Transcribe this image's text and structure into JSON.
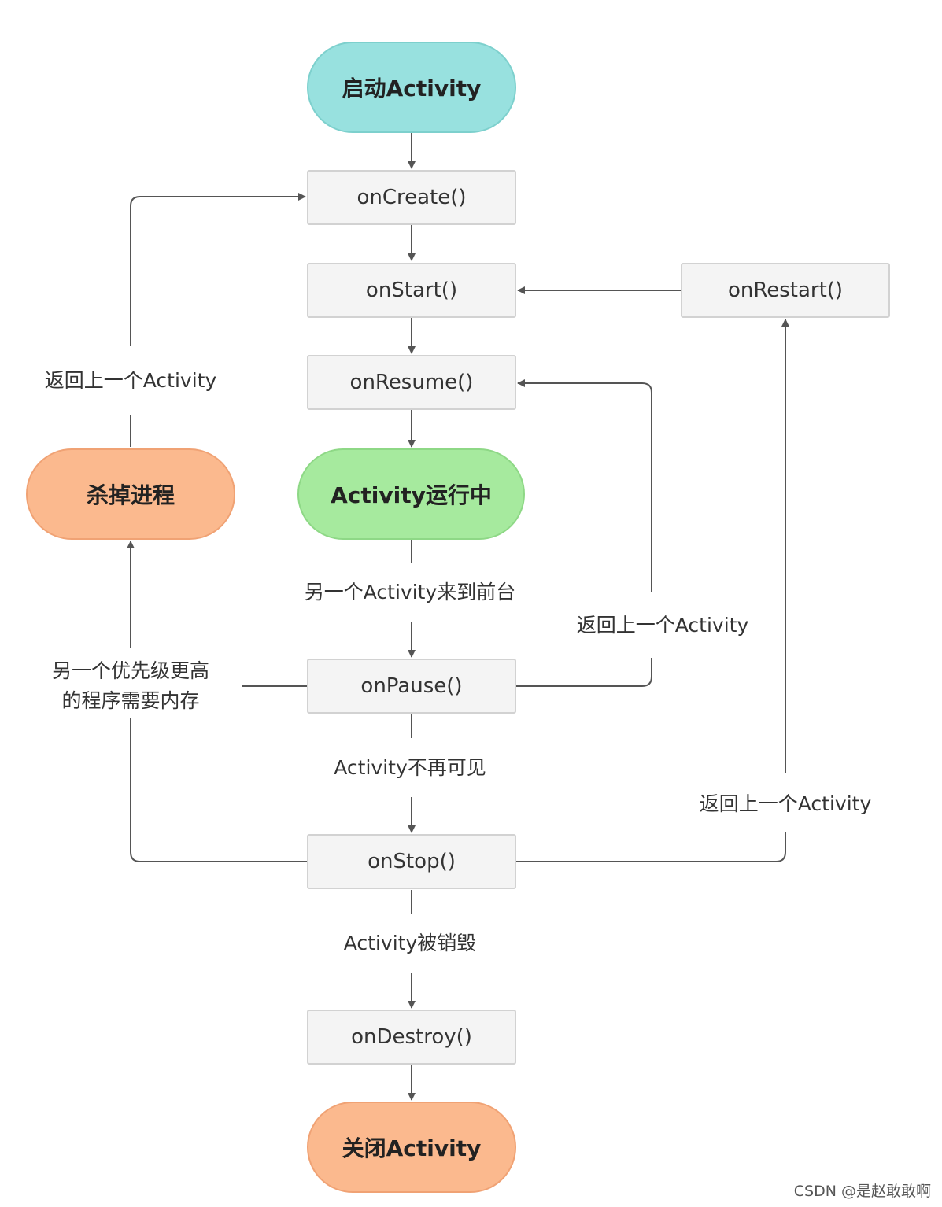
{
  "nodes": {
    "launch": "启动Activity",
    "on_create": "onCreate()",
    "on_start": "onStart()",
    "on_restart": "onRestart()",
    "on_resume": "onResume()",
    "running": "Activity运行中",
    "kill_process": "杀掉进程",
    "on_pause": "onPause()",
    "on_stop": "onStop()",
    "on_destroy": "onDestroy()",
    "close": "关闭Activity"
  },
  "labels": {
    "return_left": "返回上一个Activity",
    "another_foreground": "另一个Activity来到前台",
    "return_to_resume": "返回上一个Activity",
    "higher_priority_line1": "另一个优先级更高",
    "higher_priority_line2": "的程序需要内存",
    "no_longer_visible": "Activity不再可见",
    "return_to_restart": "返回上一个Activity",
    "destroyed": "Activity被销毁"
  },
  "watermark": "CSDN @是赵敢敢啊",
  "colors": {
    "launch_fill": "#98e1df",
    "running_fill": "#a6ea9e",
    "kill_fill": "#fbb98e",
    "close_fill": "#fbb98e",
    "method_fill": "#f4f4f4",
    "arrow": "#555555"
  }
}
